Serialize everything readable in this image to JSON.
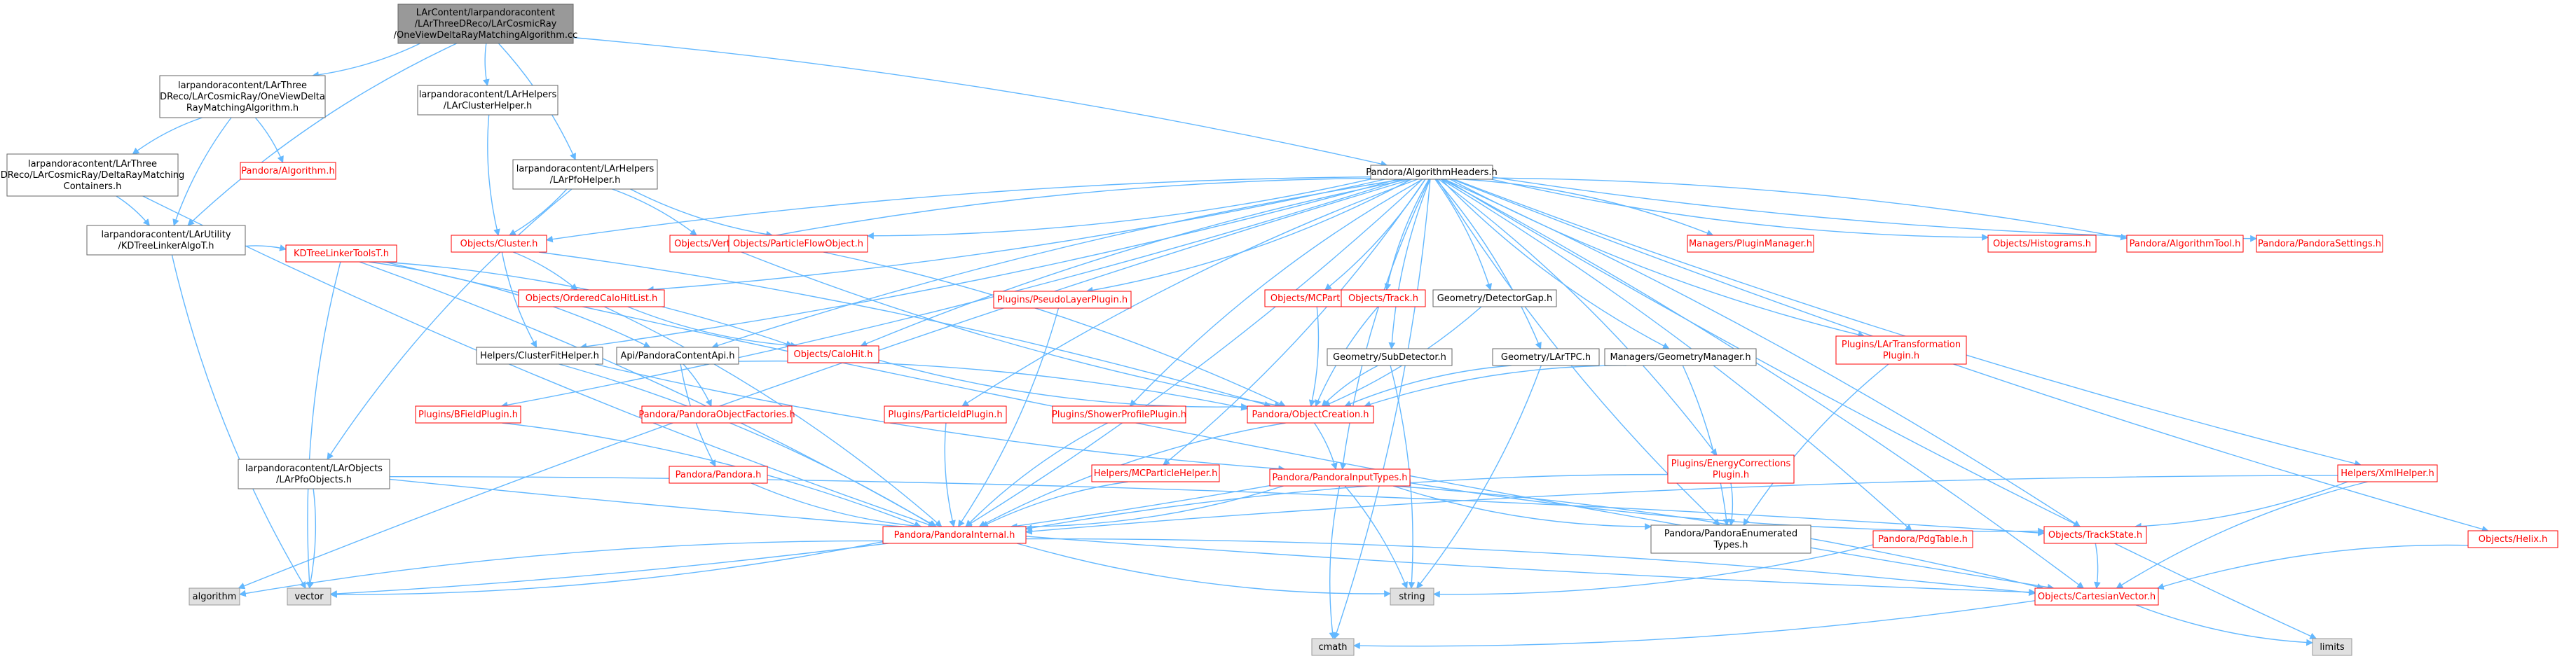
{
  "colors": {
    "root_fill": "#999999",
    "documented_fill": "#ffffff",
    "documented_border": "#666666",
    "undocumented_fill": "#ffffff",
    "undocumented_border": "#ff0000",
    "undocumented_text": "#ff0000",
    "external_fill": "#e0e0e0",
    "external_border": "#999999",
    "edge": "#63b8ff",
    "text": "#000000"
  },
  "nodes": [
    {
      "id": "root",
      "kind": "root",
      "lines": [
        "LArContent/larpandoracontent",
        "/LArThreeDReco/LArCosmicRay",
        "/OneViewDeltaRayMatchingAlgorithm.cc"
      ]
    },
    {
      "id": "ovdrma",
      "kind": "doc",
      "lines": [
        "larpandoracontent/LArThree",
        "DReco/LArCosmicRay/OneViewDelta",
        "RayMatchingAlgorithm.h"
      ]
    },
    {
      "id": "drmc",
      "kind": "doc",
      "lines": [
        "larpandoracontent/LArThree",
        "DReco/LArCosmicRay/DeltaRayMatching",
        "Containers.h"
      ]
    },
    {
      "id": "algoh",
      "kind": "undoc",
      "lines": [
        "Pandora/Algorithm.h"
      ]
    },
    {
      "id": "kdtree",
      "kind": "doc",
      "lines": [
        "larpandoracontent/LArUtility",
        "/KDTreeLinkerAlgoT.h"
      ]
    },
    {
      "id": "kdtools",
      "kind": "undoc",
      "lines": [
        "KDTreeLinkerToolsT.h"
      ]
    },
    {
      "id": "clhelp",
      "kind": "doc",
      "lines": [
        "larpandoracontent/LArHelpers",
        "/LArClusterHelper.h"
      ]
    },
    {
      "id": "pfohelp",
      "kind": "doc",
      "lines": [
        "larpandoracontent/LArHelpers",
        "/LArPfoHelper.h"
      ]
    },
    {
      "id": "pfoobj",
      "kind": "doc",
      "lines": [
        "larpandoracontent/LArObjects",
        "/LArPfoObjects.h"
      ]
    },
    {
      "id": "algheaders",
      "kind": "doc",
      "lines": [
        "Pandora/AlgorithmHeaders.h"
      ]
    },
    {
      "id": "cluster",
      "kind": "undoc",
      "lines": [
        "Objects/Cluster.h"
      ]
    },
    {
      "id": "ordcalo",
      "kind": "undoc",
      "lines": [
        "Objects/OrderedCaloHitList.h"
      ]
    },
    {
      "id": "vertex",
      "kind": "undoc",
      "lines": [
        "Objects/Vertex.h"
      ]
    },
    {
      "id": "pfo",
      "kind": "undoc",
      "lines": [
        "Objects/ParticleFlowObject.h"
      ]
    },
    {
      "id": "calohit",
      "kind": "undoc",
      "lines": [
        "Objects/CaloHit.h"
      ]
    },
    {
      "id": "clfit",
      "kind": "doc",
      "lines": [
        "Helpers/ClusterFitHelper.h"
      ]
    },
    {
      "id": "api",
      "kind": "doc",
      "lines": [
        "Api/PandoraContentApi.h"
      ]
    },
    {
      "id": "objfact",
      "kind": "undoc",
      "lines": [
        "Pandora/PandoraObjectFactories.h"
      ]
    },
    {
      "id": "pandorah",
      "kind": "undoc",
      "lines": [
        "Pandora/Pandora.h"
      ]
    },
    {
      "id": "bfield",
      "kind": "undoc",
      "lines": [
        "Plugins/BFieldPlugin.h"
      ]
    },
    {
      "id": "pidplug",
      "kind": "undoc",
      "lines": [
        "Plugins/ParticleIdPlugin.h"
      ]
    },
    {
      "id": "pseudolayer",
      "kind": "undoc",
      "lines": [
        "Plugins/PseudoLayerPlugin.h"
      ]
    },
    {
      "id": "showerprof",
      "kind": "undoc",
      "lines": [
        "Plugins/ShowerProfilePlugin.h"
      ]
    },
    {
      "id": "mcparticle",
      "kind": "undoc",
      "lines": [
        "Objects/MCParticle.h"
      ]
    },
    {
      "id": "track",
      "kind": "undoc",
      "lines": [
        "Objects/Track.h"
      ]
    },
    {
      "id": "detgap",
      "kind": "doc",
      "lines": [
        "Geometry/DetectorGap.h"
      ]
    },
    {
      "id": "subdet",
      "kind": "doc",
      "lines": [
        "Geometry/SubDetector.h"
      ]
    },
    {
      "id": "lartpc",
      "kind": "doc",
      "lines": [
        "Geometry/LArTPC.h"
      ]
    },
    {
      "id": "geomgr",
      "kind": "doc",
      "lines": [
        "Managers/GeometryManager.h"
      ]
    },
    {
      "id": "mchelp",
      "kind": "undoc",
      "lines": [
        "Helpers/MCParticleHelper.h"
      ]
    },
    {
      "id": "objcreate",
      "kind": "undoc",
      "lines": [
        "Pandora/ObjectCreation.h"
      ]
    },
    {
      "id": "inputtypes",
      "kind": "undoc",
      "lines": [
        "Pandora/PandoraInputTypes.h"
      ]
    },
    {
      "id": "internal",
      "kind": "undoc",
      "lines": [
        "Pandora/PandoraInternal.h"
      ]
    },
    {
      "id": "enumtypes",
      "kind": "doc",
      "lines": [
        "Pandora/PandoraEnumerated",
        "Types.h"
      ]
    },
    {
      "id": "energycorr",
      "kind": "undoc",
      "lines": [
        "Plugins/EnergyCorrections",
        "Plugin.h"
      ]
    },
    {
      "id": "lartrans",
      "kind": "undoc",
      "lines": [
        "Plugins/LArTransformation",
        "Plugin.h"
      ]
    },
    {
      "id": "pluginmgr",
      "kind": "undoc",
      "lines": [
        "Managers/PluginManager.h"
      ]
    },
    {
      "id": "histograms",
      "kind": "undoc",
      "lines": [
        "Objects/Histograms.h"
      ]
    },
    {
      "id": "algtool",
      "kind": "undoc",
      "lines": [
        "Pandora/AlgorithmTool.h"
      ]
    },
    {
      "id": "settings",
      "kind": "undoc",
      "lines": [
        "Pandora/PandoraSettings.h"
      ]
    },
    {
      "id": "pdgtable",
      "kind": "undoc",
      "lines": [
        "Pandora/PdgTable.h"
      ]
    },
    {
      "id": "xmlhelp",
      "kind": "undoc",
      "lines": [
        "Helpers/XmlHelper.h"
      ]
    },
    {
      "id": "trackstate",
      "kind": "undoc",
      "lines": [
        "Objects/TrackState.h"
      ]
    },
    {
      "id": "helix",
      "kind": "undoc",
      "lines": [
        "Objects/Helix.h"
      ]
    },
    {
      "id": "cartvec",
      "kind": "undoc",
      "lines": [
        "Objects/CartesianVector.h"
      ]
    },
    {
      "id": "algorithm",
      "kind": "ext",
      "lines": [
        "algorithm"
      ]
    },
    {
      "id": "vector",
      "kind": "ext",
      "lines": [
        "vector"
      ]
    },
    {
      "id": "string",
      "kind": "ext",
      "lines": [
        "string"
      ]
    },
    {
      "id": "cmath",
      "kind": "ext",
      "lines": [
        "cmath"
      ]
    },
    {
      "id": "limits",
      "kind": "ext",
      "lines": [
        "limits"
      ]
    }
  ],
  "edges": [
    [
      "root",
      "ovdrma"
    ],
    [
      "root",
      "clhelp"
    ],
    [
      "root",
      "pfohelp"
    ],
    [
      "root",
      "kdtree"
    ],
    [
      "root",
      "algheaders"
    ],
    [
      "ovdrma",
      "drmc"
    ],
    [
      "ovdrma",
      "algoh"
    ],
    [
      "ovdrma",
      "kdtree"
    ],
    [
      "drmc",
      "kdtree"
    ],
    [
      "drmc",
      "internal"
    ],
    [
      "kdtree",
      "kdtools"
    ],
    [
      "kdtree",
      "vector"
    ],
    [
      "kdtools",
      "calohit"
    ],
    [
      "kdtools",
      "vector"
    ],
    [
      "kdtools",
      "internal"
    ],
    [
      "kdtools",
      "cartvec"
    ],
    [
      "kdtools",
      "api"
    ],
    [
      "clhelp",
      "cluster"
    ],
    [
      "pfohelp",
      "cluster"
    ],
    [
      "pfohelp",
      "pfoobj"
    ],
    [
      "pfohelp",
      "vertex"
    ],
    [
      "pfohelp",
      "pfo"
    ],
    [
      "pfoobj",
      "vector"
    ],
    [
      "pfoobj",
      "cartvec"
    ],
    [
      "pfoobj",
      "trackstate"
    ],
    [
      "algheaders",
      "cluster"
    ],
    [
      "algheaders",
      "ordcalo"
    ],
    [
      "algheaders",
      "vertex"
    ],
    [
      "algheaders",
      "pfo"
    ],
    [
      "algheaders",
      "calohit"
    ],
    [
      "algheaders",
      "clfit"
    ],
    [
      "algheaders",
      "api"
    ],
    [
      "algheaders",
      "bfield"
    ],
    [
      "algheaders",
      "pidplug"
    ],
    [
      "algheaders",
      "pseudolayer"
    ],
    [
      "algheaders",
      "showerprof"
    ],
    [
      "algheaders",
      "mcparticle"
    ],
    [
      "algheaders",
      "track"
    ],
    [
      "algheaders",
      "detgap"
    ],
    [
      "algheaders",
      "subdet"
    ],
    [
      "algheaders",
      "lartpc"
    ],
    [
      "algheaders",
      "geomgr"
    ],
    [
      "algheaders",
      "mchelp"
    ],
    [
      "algheaders",
      "inputtypes"
    ],
    [
      "algheaders",
      "internal"
    ],
    [
      "algheaders",
      "enumtypes"
    ],
    [
      "algheaders",
      "energycorr"
    ],
    [
      "algheaders",
      "lartrans"
    ],
    [
      "algheaders",
      "pluginmgr"
    ],
    [
      "algheaders",
      "histograms"
    ],
    [
      "algheaders",
      "algtool"
    ],
    [
      "algheaders",
      "settings"
    ],
    [
      "algheaders",
      "pdgtable"
    ],
    [
      "algheaders",
      "xmlhelp"
    ],
    [
      "algheaders",
      "trackstate"
    ],
    [
      "algheaders",
      "helix"
    ],
    [
      "algheaders",
      "cartvec"
    ],
    [
      "algheaders",
      "algorithm"
    ],
    [
      "algheaders",
      "cmath"
    ],
    [
      "algheaders",
      "limits"
    ],
    [
      "cluster",
      "ordcalo"
    ],
    [
      "cluster",
      "clfit"
    ],
    [
      "cluster",
      "objcreate"
    ],
    [
      "ordcalo",
      "calohit"
    ],
    [
      "ordcalo",
      "internal"
    ],
    [
      "vertex",
      "objcreate"
    ],
    [
      "pfo",
      "objcreate"
    ],
    [
      "calohit",
      "objcreate"
    ],
    [
      "clfit",
      "internal"
    ],
    [
      "clfit",
      "inputtypes"
    ],
    [
      "api",
      "objfact"
    ],
    [
      "api",
      "pandorah"
    ],
    [
      "api",
      "objcreate"
    ],
    [
      "pandorah",
      "internal"
    ],
    [
      "bfield",
      "internal"
    ],
    [
      "pidplug",
      "internal"
    ],
    [
      "pseudolayer",
      "internal"
    ],
    [
      "showerprof",
      "internal"
    ],
    [
      "mcparticle",
      "objcreate"
    ],
    [
      "track",
      "objcreate"
    ],
    [
      "detgap",
      "objcreate"
    ],
    [
      "subdet",
      "objcreate"
    ],
    [
      "subdet",
      "string"
    ],
    [
      "lartpc",
      "objcreate"
    ],
    [
      "lartpc",
      "string"
    ],
    [
      "geomgr",
      "objcreate"
    ],
    [
      "geomgr",
      "enumtypes"
    ],
    [
      "mchelp",
      "internal"
    ],
    [
      "objcreate",
      "inputtypes"
    ],
    [
      "objcreate",
      "internal"
    ],
    [
      "inputtypes",
      "internal"
    ],
    [
      "inputtypes",
      "enumtypes"
    ],
    [
      "inputtypes",
      "string"
    ],
    [
      "inputtypes",
      "cmath"
    ],
    [
      "inputtypes",
      "cartvec"
    ],
    [
      "inputtypes",
      "trackstate"
    ],
    [
      "inputtypes",
      "vector"
    ],
    [
      "internal",
      "algorithm"
    ],
    [
      "internal",
      "vector"
    ],
    [
      "internal",
      "string"
    ],
    [
      "internal",
      "cartvec"
    ],
    [
      "energycorr",
      "internal"
    ],
    [
      "energycorr",
      "enumtypes"
    ],
    [
      "lartrans",
      "enumtypes"
    ],
    [
      "pdgtable",
      "string"
    ],
    [
      "xmlhelp",
      "internal"
    ],
    [
      "xmlhelp",
      "trackstate"
    ],
    [
      "xmlhelp",
      "cartvec"
    ],
    [
      "trackstate",
      "cartvec"
    ],
    [
      "helix",
      "cartvec"
    ],
    [
      "cartvec",
      "cmath"
    ],
    [
      "cartvec",
      "limits"
    ]
  ]
}
